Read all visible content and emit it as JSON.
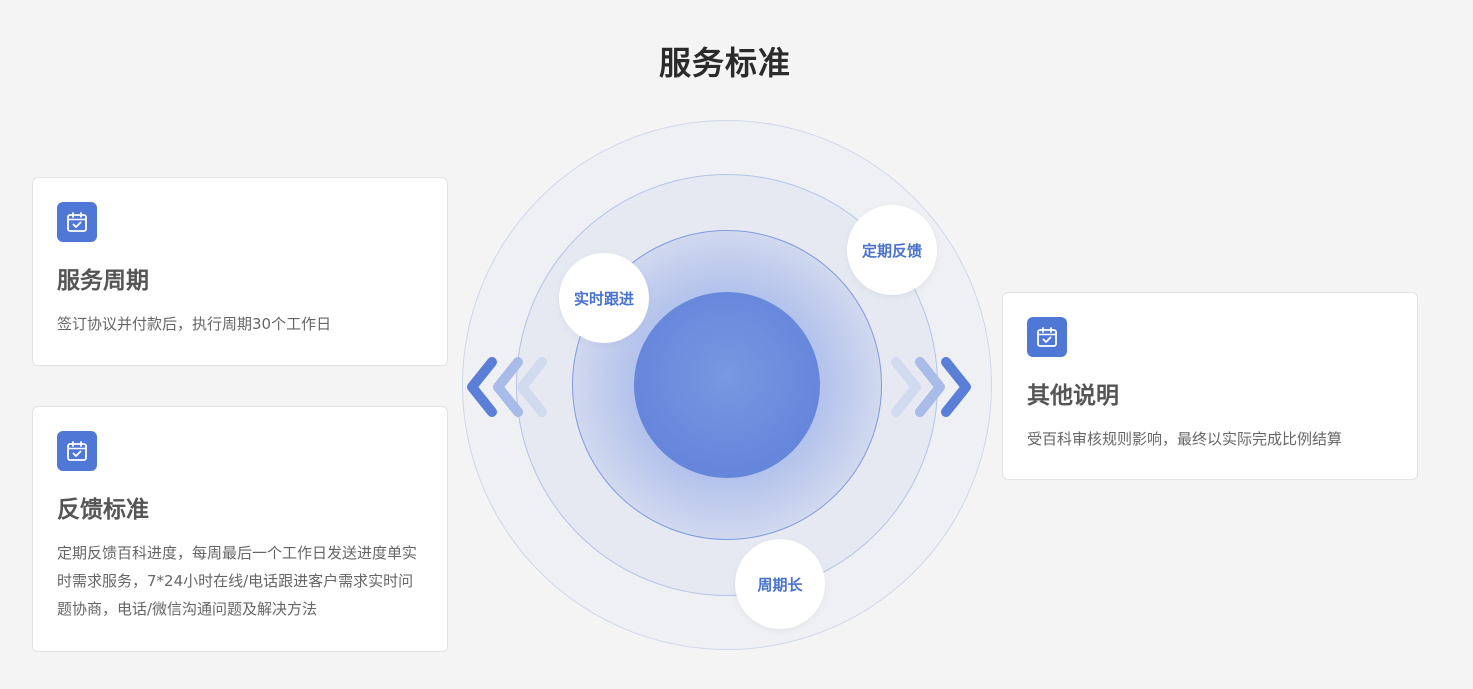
{
  "header": {
    "title": "服务标准"
  },
  "cards": {
    "service_cycle": {
      "icon": "calendar-check-icon",
      "title": "服务周期",
      "description": "签订协议并付款后，执行周期30个工作日"
    },
    "feedback_standard": {
      "icon": "calendar-check-icon",
      "title": "反馈标准",
      "description": "定期反馈百科进度，每周最后一个工作日发送进度单实时需求服务，7*24小时在线/电话跟进客户需求实时问题协商，电话/微信沟通问题及解决方法"
    },
    "other_notes": {
      "icon": "calendar-check-icon",
      "title": "其他说明",
      "description": "受百科审核规则影响，最终以实际完成比例结算"
    }
  },
  "diagram": {
    "bubbles": {
      "realtime": "实时跟进",
      "regular": "定期反馈",
      "long_cycle": "周期长"
    },
    "left_arrow_icon": "double-chevron-left-icon",
    "right_arrow_icon": "double-chevron-right-icon"
  },
  "colors": {
    "accent": "#4f77d6",
    "background": "#f4f4f4",
    "bubble_text": "#4a72cf"
  }
}
